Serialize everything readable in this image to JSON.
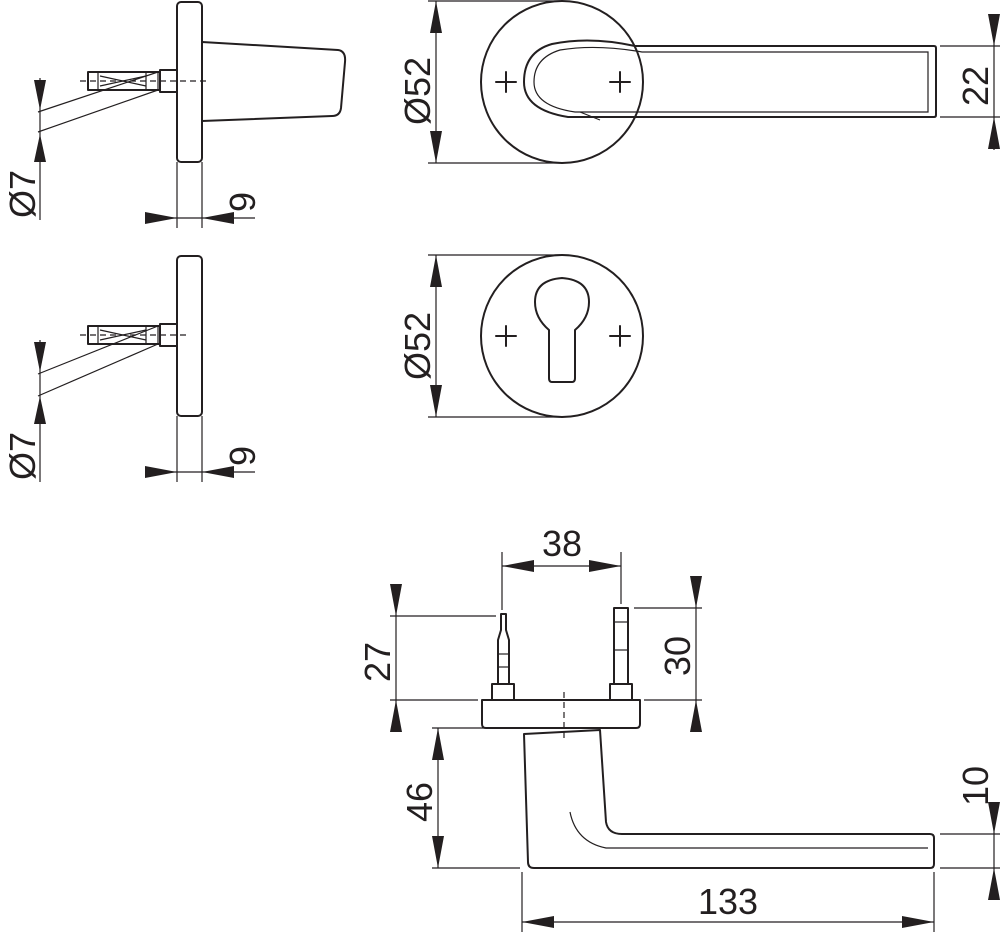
{
  "dimensions": {
    "side_top_pin_diameter": "Ø7",
    "side_top_rose_thickness": "9",
    "side_bottom_pin_diameter": "Ø7",
    "side_bottom_rose_thickness": "9",
    "front_handle_rose_diameter": "Ø52",
    "front_handle_lever_width": "22",
    "front_key_rose_diameter": "Ø52",
    "bottom_pin_spacing": "38",
    "bottom_pin_height_left": "27",
    "bottom_pin_height_right": "30",
    "bottom_lever_drop": "46",
    "bottom_lever_thickness": "10",
    "bottom_lever_length": "133"
  }
}
